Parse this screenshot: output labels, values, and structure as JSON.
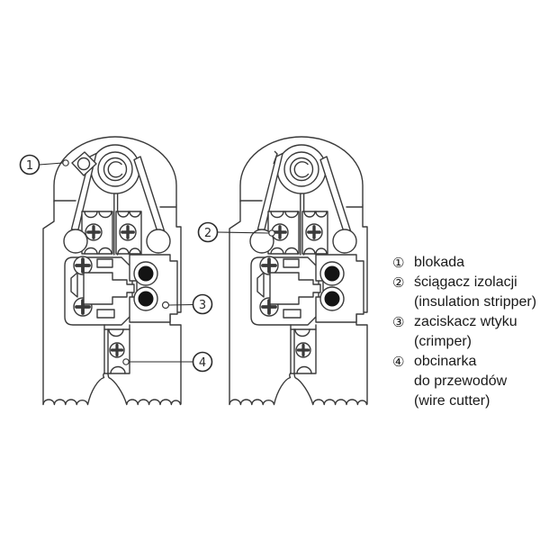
{
  "colors": {
    "background": "#ffffff",
    "line": "#3a3a3a",
    "filled_contact": "#141414",
    "text": "#1a1a1a"
  },
  "callouts": [
    {
      "number": "1"
    },
    {
      "number": "2"
    },
    {
      "number": "3"
    },
    {
      "number": "4"
    }
  ],
  "legend": {
    "items": [
      {
        "marker": "①",
        "lines": [
          "blokada"
        ]
      },
      {
        "marker": "②",
        "lines": [
          "ściągacz izolacji",
          "(insulation stripper)"
        ]
      },
      {
        "marker": "③",
        "lines": [
          "zaciskacz wtyku",
          "(crimper)"
        ]
      },
      {
        "marker": "④",
        "lines": [
          "obcinarka",
          "do przewodów",
          "(wire cutter)"
        ]
      }
    ]
  }
}
